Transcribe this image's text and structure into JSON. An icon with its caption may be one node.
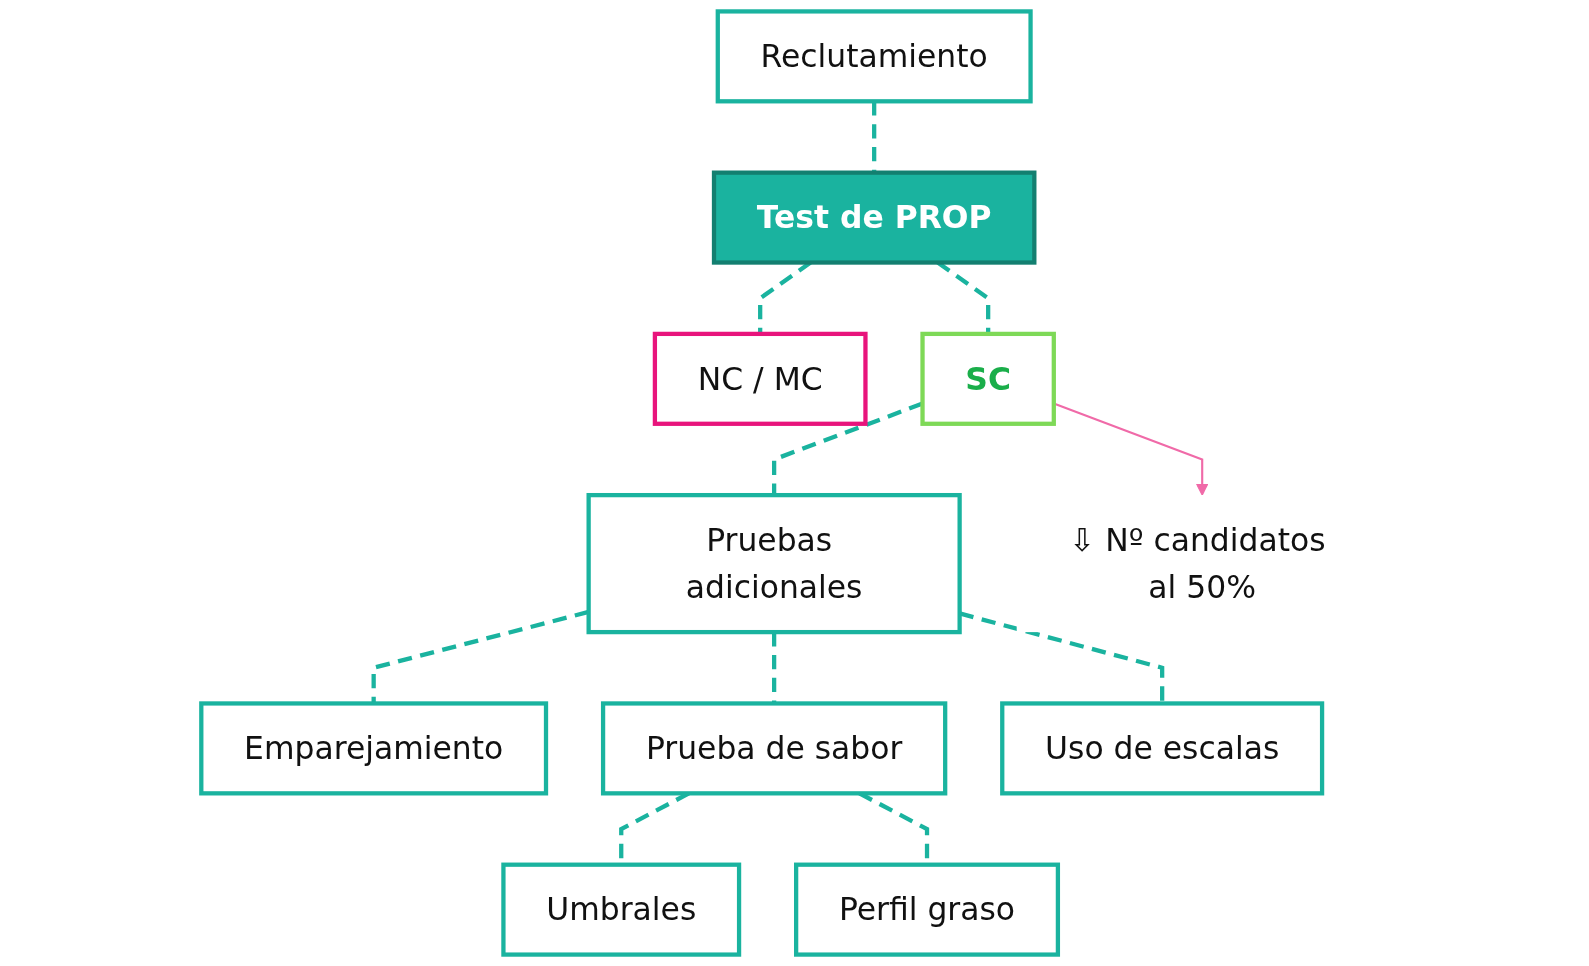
{
  "diagram": {
    "nodes": [
      {
        "text": [
          "Reclutamiento"
        ]
      },
      {
        "text": [
          "Test de PROP"
        ]
      },
      {
        "text": [
          "NC / MC"
        ]
      },
      {
        "text": [
          "SC"
        ]
      },
      {
        "text": [
          "Pruebas adicionales"
        ]
      },
      {
        "text": [
          "Emparejamiento"
        ]
      },
      {
        "text": [
          "Prueba de sabor"
        ]
      },
      {
        "text": [
          "Uso de escalas"
        ]
      },
      {
        "text": [
          "Umbrales"
        ]
      },
      {
        "text": [
          "Perfil graso"
        ]
      },
      {
        "text": [
          "⇩ Nº candidatos al 50%"
        ]
      }
    ],
    "edges": [
      {
        "from": 0,
        "to": 1,
        "arrow": "none",
        "style": "dashed"
      },
      {
        "from": 1,
        "to": 2,
        "arrow": "none",
        "style": "dashed"
      },
      {
        "from": 1,
        "to": 3,
        "arrow": "none",
        "style": "dashed"
      },
      {
        "from": 3,
        "to": 4,
        "arrow": "none",
        "style": "dashed"
      },
      {
        "from": 4,
        "to": 5,
        "arrow": "none",
        "style": "dashed"
      },
      {
        "from": 4,
        "to": 6,
        "arrow": "none",
        "style": "dashed"
      },
      {
        "from": 4,
        "to": 7,
        "arrow": "none",
        "style": "dashed"
      },
      {
        "from": 6,
        "to": 8,
        "arrow": "none",
        "style": "dashed"
      },
      {
        "from": 6,
        "to": 9,
        "arrow": "none",
        "style": "dashed"
      },
      {
        "from": 3,
        "to": 10,
        "arrow": "to",
        "color": "#f06aa8"
      }
    ]
  }
}
